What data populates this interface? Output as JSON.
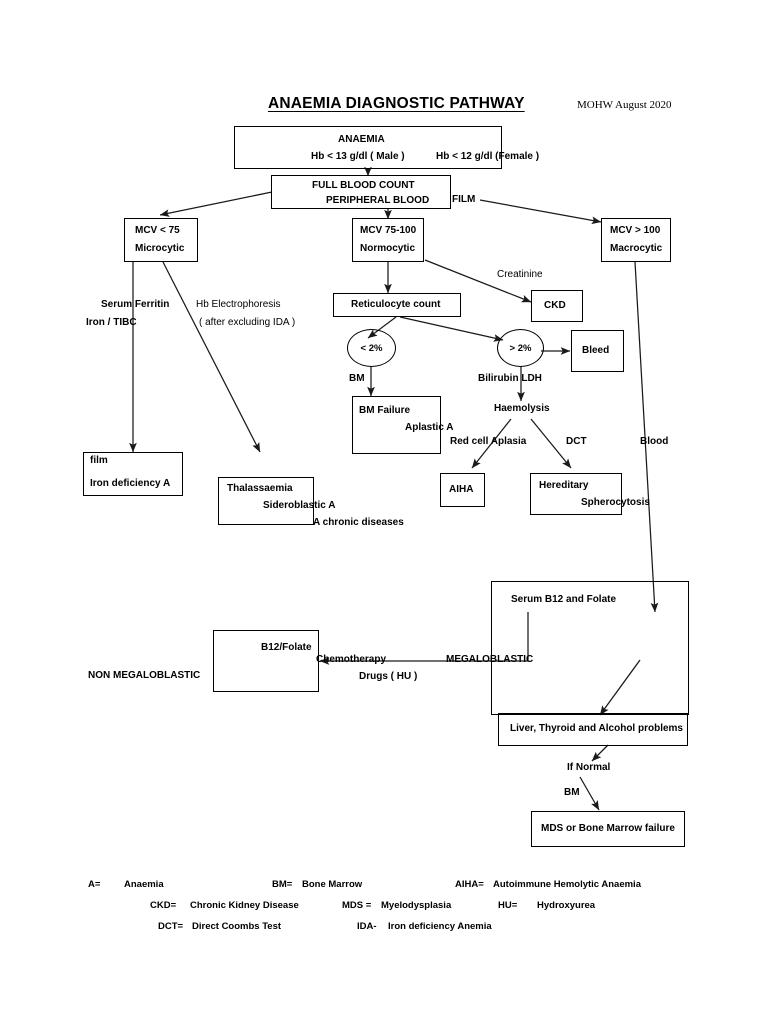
{
  "document": {
    "title": "ANAEMIA DIAGNOSTIC PATHWAY",
    "source_stamp": "MOHW August 2020"
  },
  "nodes": {
    "anaemia": {
      "line1": "ANAEMIA",
      "line2": "Hb  < 13 g/dl ( Male )",
      "line3": "Hb < 12 g/dl (Female )"
    },
    "fbc": {
      "line1": "FULL  BLOOD   COUNT",
      "line2": "PERIPHERAL  BLOOD",
      "line3": "FILM"
    },
    "microcytic": {
      "line1": "MCV < 75",
      "line2": "Microcytic"
    },
    "normocytic": {
      "line1": "MCV 75-100",
      "line2": "Normocytic"
    },
    "macrocytic": {
      "line1": "MCV > 100",
      "line2": "Macrocytic"
    },
    "ckd": {
      "label": "CKD"
    },
    "reticulocyte": {
      "label": "Reticulocyte  count"
    },
    "retic_low": {
      "label": "< 2%"
    },
    "retic_high": {
      "label": "> 2%"
    },
    "bleed": {
      "label": "Bleed"
    },
    "bm_failure": {
      "line1": "BM Failure",
      "line2": "Aplastic  A"
    },
    "haemolysis": {
      "label": "Haemolysis"
    },
    "aiha": {
      "label": "AIHA"
    },
    "hereditary": {
      "line1": "Hereditary",
      "line2": "Spherocytosis"
    },
    "iron_deficiency": {
      "line1": "film",
      "line2": "Iron deficiency A"
    },
    "thalassaemia": {
      "line1": "Thalassaemia",
      "line2": "Sideroblastic  A",
      "line3": "A chronic diseases"
    },
    "serum_b12": {
      "label": "Serum B12 and Folate"
    },
    "b12_folate": {
      "label": "B12/Folate"
    },
    "non_megaloblastic": {
      "label": "NON MEGALOBLASTIC"
    },
    "megaloblastic": {
      "label": "MEGALOBLASTIC"
    },
    "liver_thyroid": {
      "label": "Liver, Thyroid and Alcohol problems"
    },
    "mds": {
      "label": "MDS or Bone Marrow failure"
    }
  },
  "edge_labels": {
    "serum_ferritin": "Serum Ferritin",
    "iron_tibc": "Iron / TIBC",
    "hb_electrophoresis": "Hb Electrophoresis",
    "after_excluding_ida": "( after excluding IDA )",
    "creatinine": "Creatinine",
    "bm_left": "BM",
    "bilirubin_ldh": "Bilirubin  LDH",
    "red_cell_aplasia": "Red cell Aplasia",
    "dct": "DCT",
    "blood": "Blood",
    "chemotherapy": "Chemotherapy",
    "drugs_hu": "Drugs ( HU )",
    "if_normal": "If Normal",
    "bm_bottom": "BM"
  },
  "legend": [
    {
      "abbr": "A=",
      "meaning": "Anaemia"
    },
    {
      "abbr": "BM=",
      "meaning": "Bone Marrow"
    },
    {
      "abbr": "AIHA=",
      "meaning": "Autoimmune Hemolytic Anaemia"
    },
    {
      "abbr": "CKD=",
      "meaning": "Chronic Kidney Disease"
    },
    {
      "abbr": "MDS =",
      "meaning": "Myelodysplasia"
    },
    {
      "abbr": "HU=",
      "meaning": "Hydroxyurea"
    },
    {
      "abbr": "DCT=",
      "meaning": "Direct Coombs Test"
    },
    {
      "abbr": "IDA-",
      "meaning": "Iron deficiency Anemia"
    }
  ],
  "style": {
    "stroke": "#1a1a1a",
    "background": "#ffffff"
  }
}
